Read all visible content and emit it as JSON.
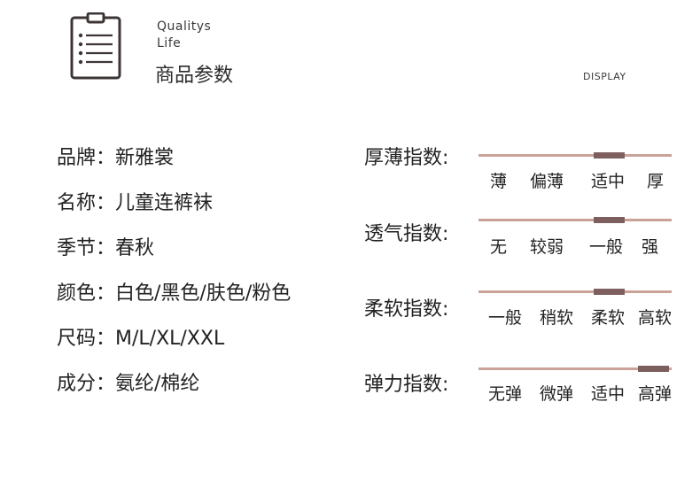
{
  "header": {
    "tagline_line1": "Qualitys",
    "tagline_line2": "Life",
    "title": "商品参数",
    "display_tag": "DISPLAY",
    "icon": "clipboard-list-icon"
  },
  "specs": [
    {
      "key": "品牌：",
      "value": "新雅裳"
    },
    {
      "key": "名称：",
      "value": "儿童连裤袜"
    },
    {
      "key": "季节：",
      "value": "春秋"
    },
    {
      "key": "颜色：",
      "value": "白色/黑色/肤色/粉色"
    },
    {
      "key": "尺码：",
      "value": "M/L/XL/XXL"
    },
    {
      "key": "成分：",
      "value": "氨纶/棉纶"
    }
  ],
  "indices": [
    {
      "label": "厚薄指数:",
      "levels": [
        "薄",
        "偏薄",
        "适中",
        "厚"
      ],
      "selected": "适中"
    },
    {
      "label": "透气指数:",
      "levels": [
        "无",
        "较弱",
        "一般",
        "强"
      ],
      "selected": "一般"
    },
    {
      "label": "柔软指数:",
      "levels": [
        "一般",
        "稍软",
        "柔软",
        "高软"
      ],
      "selected": "柔软"
    },
    {
      "label": "弹力指数:",
      "levels": [
        "无弹",
        "微弹",
        "适中",
        "高弹"
      ],
      "selected": "高弹"
    }
  ],
  "colors": {
    "track": "#c9a39a",
    "marker": "#7d5f5f",
    "icon_stroke": "#3d3535"
  }
}
